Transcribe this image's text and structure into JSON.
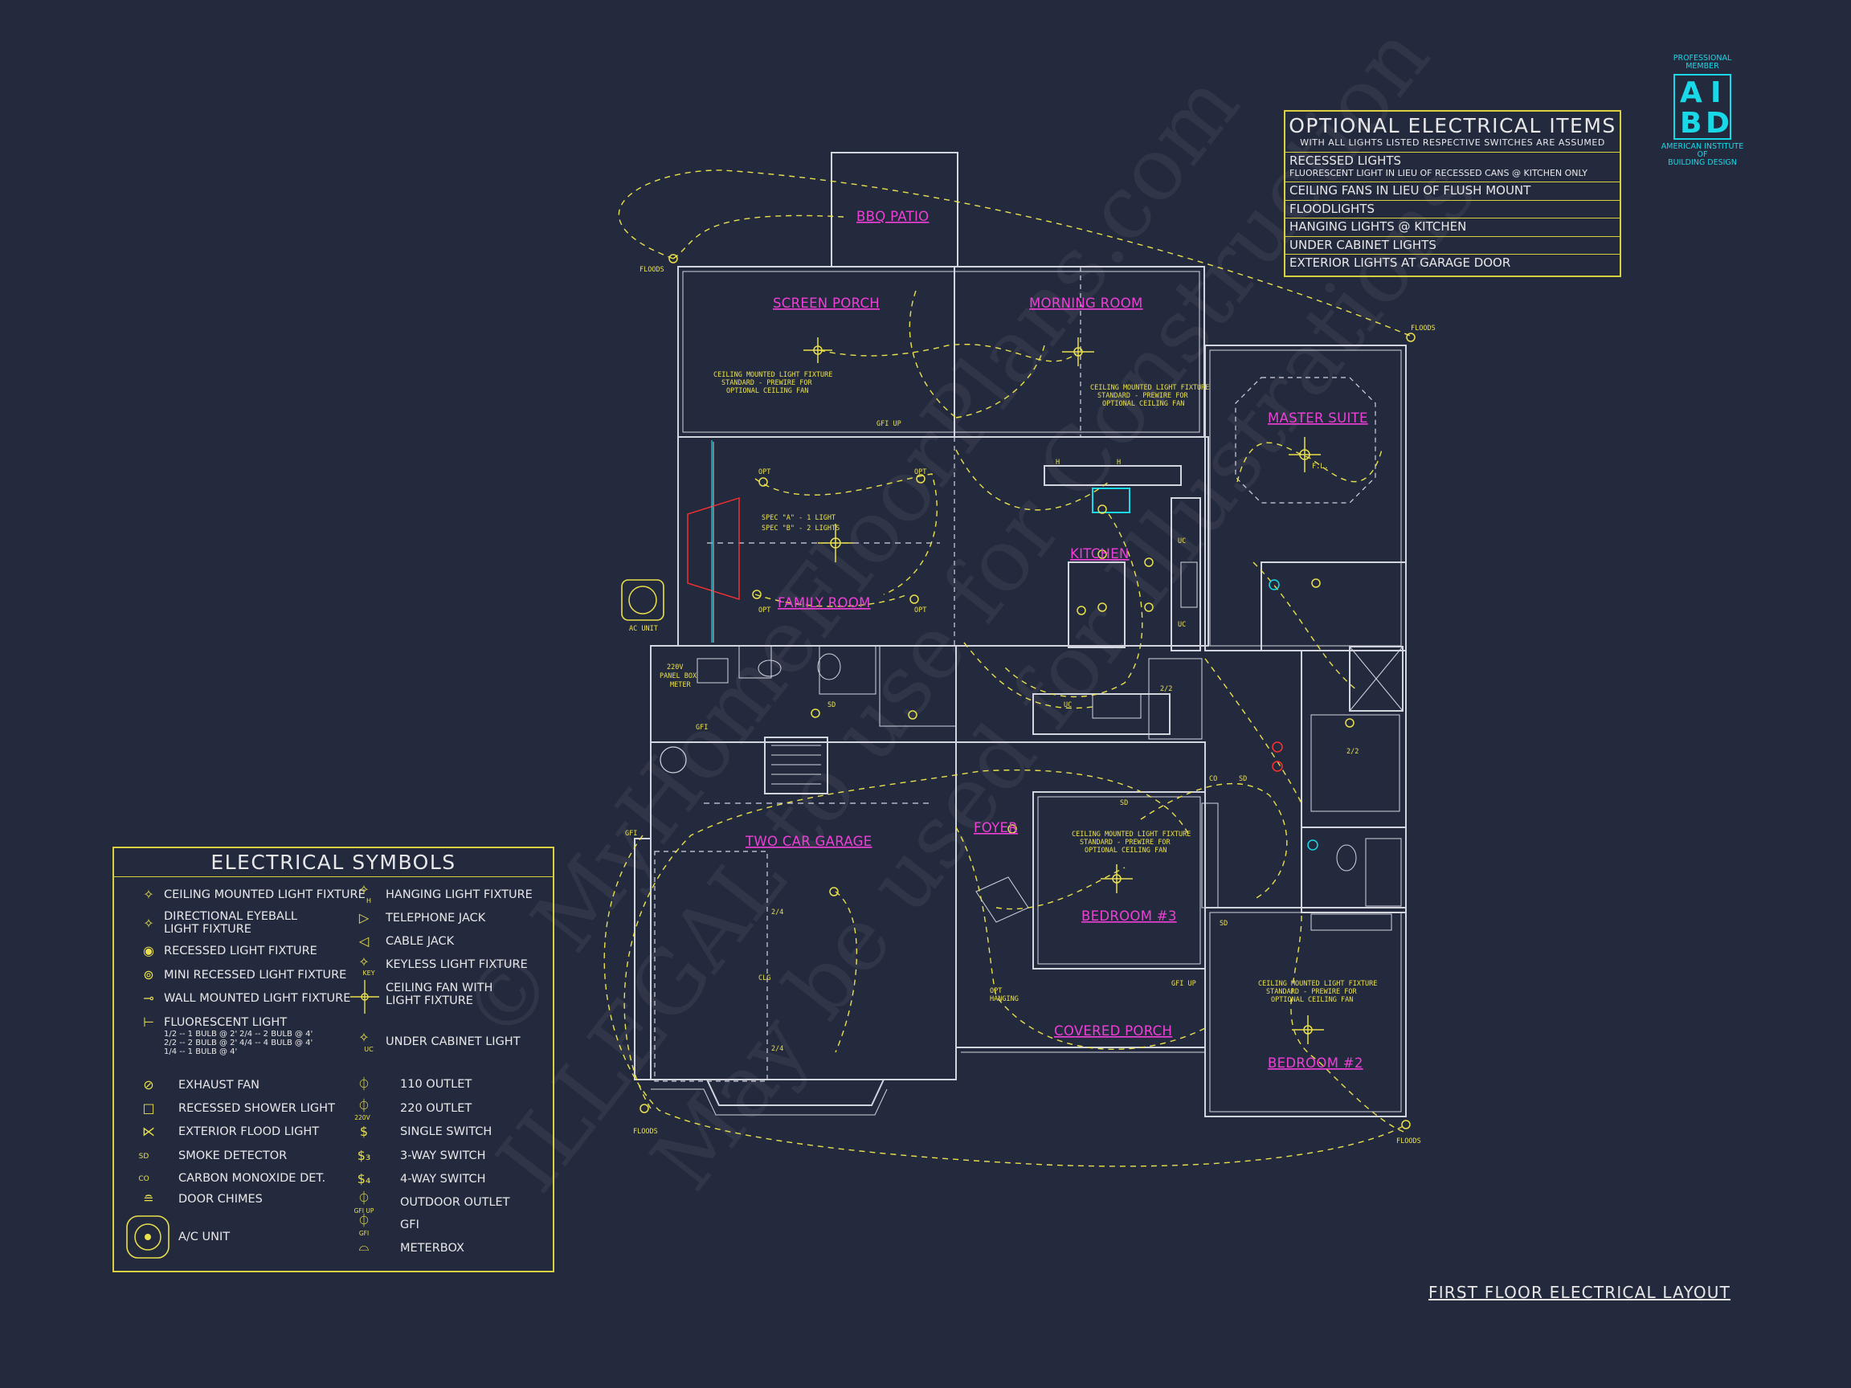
{
  "rooms": {
    "bbq_patio": "BBQ PATIO",
    "screen_porch": "SCREEN PORCH",
    "morning_room": "MORNING ROOM",
    "master_suite": "MASTER SUITE",
    "family_room": "FAMILY ROOM",
    "kitchen": "KITCHEN",
    "two_car_garage": "TWO CAR GARAGE",
    "foyer": "FOYER",
    "bedroom_3": "BEDROOM #3",
    "covered_porch": "COVERED PORCH",
    "bedroom_2": "BEDROOM #2"
  },
  "notes": {
    "floods": "FLOODS",
    "fixture_line1": "CEILING MOUNTED LIGHT FIXTURE",
    "fixture_line2": "STANDARD - PREWIRE FOR",
    "fixture_line3": "OPTIONAL CEILING FAN",
    "gfi_up": "GFI UP",
    "opt": "OPT",
    "spec_a": "SPEC \"A\" - 1 LIGHT",
    "spec_b": "SPEC \"B\" - 2 LIGHTS",
    "ac_unit": "AC UNIT",
    "panel_box": "PANEL BOX",
    "meter": "METER",
    "v220": "220V",
    "sd": "SD",
    "co": "CO",
    "uc": "UC",
    "fl": "F.L.",
    "h": "H",
    "gfi": "GFI",
    "opt_hanging_1": "OPT",
    "opt_hanging_2": "HANGING",
    "clg": "CLG",
    "n22": "2/2",
    "n24": "2/4"
  },
  "watermark": {
    "line1": "© MyHomeFloorPlans.com",
    "line2": "ILLEGAL to use for Construction",
    "line3": "May be used for Illustrations"
  },
  "optional_items": {
    "title": "OPTIONAL ELECTRICAL ITEMS",
    "subtitle": "WITH ALL LIGHTS LISTED RESPECTIVE SWITCHES ARE ASSUMED",
    "rows": [
      "RECESSED LIGHTS",
      "FLUORESCENT LIGHT IN LIEU OF RECESSED CANS @ KITCHEN ONLY",
      "CEILING FANS IN LIEU OF FLUSH MOUNT",
      "FLOODLIGHTS",
      "HANGING LIGHTS @ KITCHEN",
      "UNDER CABINET LIGHTS",
      "EXTERIOR LIGHTS AT GARAGE DOOR"
    ]
  },
  "legend": {
    "title": "ELECTRICAL SYMBOLS",
    "left": [
      "CEILING MOUNTED LIGHT FIXTURE",
      "DIRECTIONAL EYEBALL",
      "LIGHT FIXTURE",
      "RECESSED LIGHT FIXTURE",
      "MINI RECESSED LIGHT FIXTURE",
      "WALL MOUNTED LIGHT FIXTURE",
      "FLUORESCENT LIGHT",
      "EXHAUST FAN",
      "RECESSED SHOWER LIGHT",
      "EXTERIOR FLOOD LIGHT",
      "SMOKE DETECTOR",
      "CARBON MONOXIDE DET.",
      "DOOR CHIMES",
      "A/C UNIT"
    ],
    "fluor_sub": [
      "1/2 -- 1 BULB @ 2'",
      "2/2 -- 2 BULB @ 2'",
      "1/4 -- 1 BULB @ 4'",
      "2/4 -- 2 BULB @ 4'",
      "4/4 -- 4 BULB @ 4'"
    ],
    "right": [
      "HANGING LIGHT FIXTURE",
      "TELEPHONE JACK",
      "CABLE JACK",
      "KEYLESS LIGHT FIXTURE",
      "CEILING FAN WITH",
      "LIGHT FIXTURE",
      "UNDER CABINET LIGHT",
      "110 OUTLET",
      "220 OUTLET",
      "SINGLE SWITCH",
      "3-WAY SWITCH",
      "4-WAY SWITCH",
      "OUTDOOR OUTLET",
      "GFI",
      "METERBOX"
    ],
    "icon_labels": {
      "key": "KEY",
      "uc": "UC",
      "sd": "SD",
      "co": "CO",
      "v220": "220V",
      "gfi_up": "GFI UP",
      "gfi": "GFI",
      "h": "H"
    }
  },
  "logo": {
    "top": "PROFESSIONAL MEMBER",
    "letters": [
      "A",
      "I",
      "B",
      "D"
    ],
    "bottom1": "AMERICAN INSTITUTE",
    "bottom2": "OF",
    "bottom3": "BUILDING DESIGN"
  },
  "sheet_title": "FIRST FLOOR ELECTRICAL LAYOUT",
  "colors": {
    "background": "#242a3e",
    "walls": "#d2d4de",
    "wiring": "#e9e04c",
    "room_labels": "#ee3fd6",
    "logo": "#19d8e8"
  }
}
